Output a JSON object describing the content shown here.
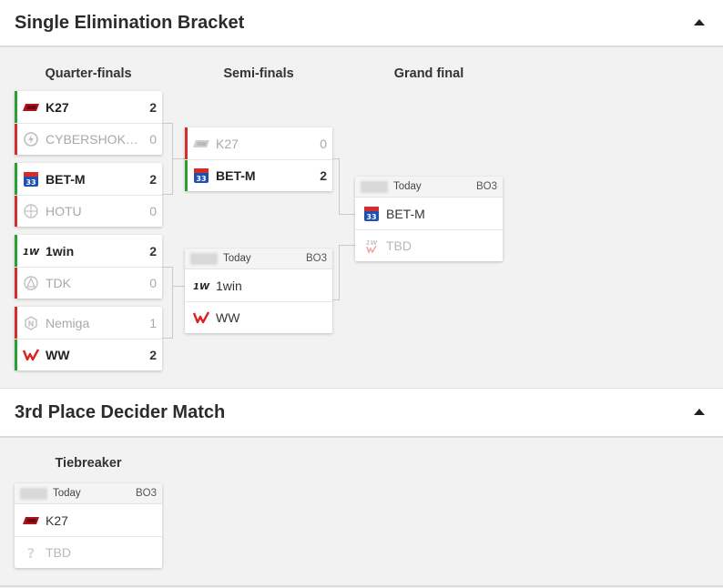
{
  "bracket": {
    "title": "Single Elimination Bracket",
    "rounds": {
      "quarter": "Quarter-finals",
      "semi": "Semi-finals",
      "final": "Grand final"
    },
    "qf": [
      {
        "team1": {
          "name": "K27",
          "score": "2"
        },
        "team2": {
          "name": "CYBERSHOKE Pr...",
          "score": "0"
        }
      },
      {
        "team1": {
          "name": "BET-M",
          "score": "2"
        },
        "team2": {
          "name": "HOTU",
          "score": "0"
        }
      },
      {
        "team1": {
          "name": "1win",
          "score": "2"
        },
        "team2": {
          "name": "TDK",
          "score": "0"
        }
      },
      {
        "team1": {
          "name": "Nemiga",
          "score": "1"
        },
        "team2": {
          "name": "WW",
          "score": "2"
        }
      }
    ],
    "sf": [
      {
        "team1": {
          "name": "K27",
          "score": "0"
        },
        "team2": {
          "name": "BET-M",
          "score": "2"
        }
      },
      {
        "date": "Today",
        "bo": "BO3",
        "team1": {
          "name": "1win"
        },
        "team2": {
          "name": "WW"
        }
      }
    ],
    "final": {
      "date": "Today",
      "bo": "BO3",
      "team1": {
        "name": "BET-M"
      },
      "team2": {
        "name": "TBD"
      }
    }
  },
  "third_place": {
    "title": "3rd Place Decider Match",
    "round": "Tiebreaker",
    "match": {
      "date": "Today",
      "bo": "BO3",
      "team1": {
        "name": "K27"
      },
      "team2": {
        "name": "TBD"
      }
    }
  },
  "colors": {
    "win": "#2aa033",
    "loss": "#d32f2f",
    "accent": "#e02020"
  },
  "icons": {
    "k27": "k27-logo-icon",
    "cybershoke": "cybershoke-logo-icon",
    "betm": "betm-logo-icon",
    "hotu": "hotu-logo-icon",
    "onewin": "1win-logo-icon",
    "tdk": "tdk-logo-icon",
    "nemiga": "nemiga-logo-icon",
    "ww": "ww-logo-icon",
    "tbd": "question-mark-icon",
    "collapse": "caret-up-icon"
  }
}
